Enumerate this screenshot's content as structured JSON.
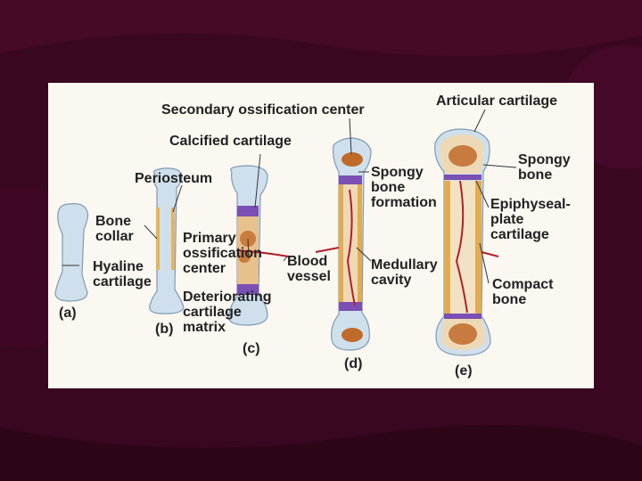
{
  "slide": {
    "background_color": "#3a0720",
    "panel_color": "#fbf7f1"
  },
  "labels": {
    "secondary_ossification_center": "Secondary ossification center",
    "articular_cartilage": "Articular cartilage",
    "calcified_cartilage": "Calcified cartilage",
    "periosteum": "Periosteum",
    "bone_collar": [
      "Bone",
      "collar"
    ],
    "hyaline_cartilage": [
      "Hyaline",
      "cartilage"
    ],
    "primary_ossification_center": [
      "Primary",
      "ossification",
      "center"
    ],
    "deteriorating_cartilage_matrix": [
      "Deteriorating",
      "cartilage",
      "matrix"
    ],
    "blood_vessel": [
      "Blood",
      "vessel"
    ],
    "spongy_bone_formation": [
      "Spongy",
      "bone",
      "formation"
    ],
    "medullary_cavity": [
      "Medullary",
      "cavity"
    ],
    "spongy_bone": [
      "Spongy",
      "bone"
    ],
    "epiphyseal_plate_cartilage": [
      "Epiphyseal-",
      "plate",
      "cartilage"
    ],
    "compact_bone": [
      "Compact",
      "bone"
    ]
  },
  "stages": {
    "a": "(a)",
    "b": "(b)",
    "c": "(c)",
    "d": "(d)",
    "e": "(e)"
  }
}
